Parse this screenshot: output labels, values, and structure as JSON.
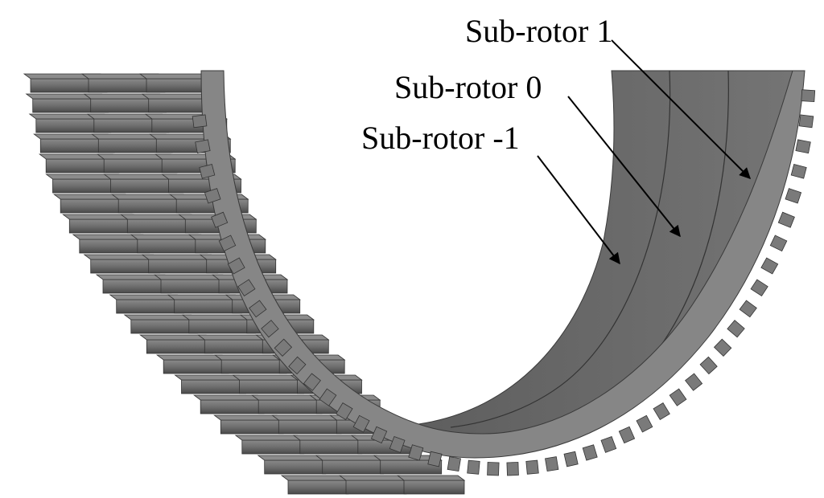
{
  "figure": {
    "labels": [
      {
        "id": "sub-rotor-1",
        "text": "Sub-rotor 1"
      },
      {
        "id": "sub-rotor-0",
        "text": "Sub-rotor 0"
      },
      {
        "id": "sub-rotor-minus-1",
        "text": "Sub-rotor -1"
      }
    ],
    "colors": {
      "background": "#ffffff",
      "rotor_face": "#6b6b6b",
      "rotor_face_dark": "#5a5a5a",
      "rotor_rim": "#8a8a8a",
      "tooth_light": "#7c7c7c",
      "tooth_dark": "#4c4c4c",
      "outline": "#2a2a2a",
      "arrow": "#000000"
    }
  }
}
